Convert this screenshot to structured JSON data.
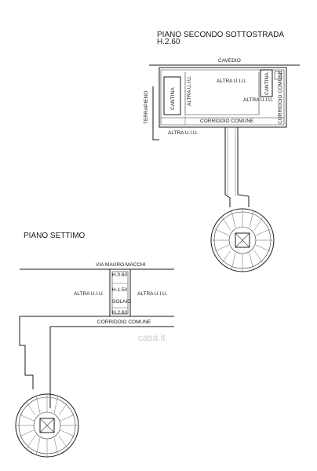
{
  "upper_plan": {
    "title": "PIANO SECONDO SOTTOSTRADA",
    "height": "H.2.60",
    "labels": {
      "cavedio": "CAVEDIO",
      "terrapieno": "TERRAPIENO",
      "cantina_left": "CANTINA",
      "altra_uiu_vertical": "ALTRA U.I.U.",
      "altra_uiu_top": "ALTRA U.I.U.",
      "cantina_right": "CANTINA",
      "altra_uiu_right": "ALTRA U.I.U.",
      "corridoio_comune_vertical": "CORRIDOIO COMUNE",
      "corridoio_comune": "CORRIDOIO COMUNE",
      "altra_uiu_bottom": "ALTRA U.I.U."
    }
  },
  "lower_plan": {
    "title": "PIANO SETTIMO",
    "labels": {
      "street": "VIA MAURO MACCHI",
      "h_060": "H.0.60",
      "altra_uiu_left": "ALTRA U.I.U.",
      "h_150": "H.1.50",
      "altra_uiu_right": "ALTRA U.I.U.",
      "solaio": "SOLAIO",
      "h_260": "H.2.60",
      "corridoio_comune": "CORRIDOIO COMUNE"
    }
  },
  "watermark": "casa.it"
}
